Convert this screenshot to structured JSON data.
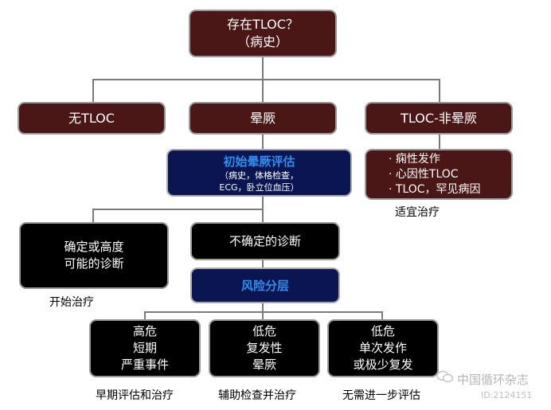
{
  "root": {
    "line1": "存在TLOC？",
    "line2": "（病史）"
  },
  "level1": {
    "left": "无TLOC",
    "center": "晕厥",
    "right": "TLOC-非晕厥"
  },
  "initial": {
    "title": "初始晕厥评估",
    "line1": "（病史，体格检查，",
    "line2": "ECG，卧立位血压）"
  },
  "nonsyncope": {
    "items": [
      "· 痫性发作",
      "· 心因性TLOC",
      "· TLOC，罕见病因"
    ],
    "caption": "适宜治疗"
  },
  "certain": {
    "line1": "确定或高度",
    "line2": "可能的诊断",
    "caption": "开始治疗"
  },
  "uncertain": {
    "label": "不确定的诊断"
  },
  "risk": {
    "label": "风险分层"
  },
  "outcomes": [
    {
      "line1": "高危",
      "line2": "短期",
      "line3": "严重事件",
      "caption": "早期评估和治疗"
    },
    {
      "line1": "低危",
      "line2": "复发性",
      "line3": "晕厥",
      "caption": "辅助检查并治疗"
    },
    {
      "line1": "低危",
      "line2": "单次发作",
      "line3": "或极少复发",
      "caption": "无需进一步评估"
    }
  ],
  "watermark": {
    "line1": "中国循环杂志",
    "line2": "ID:2124151"
  }
}
